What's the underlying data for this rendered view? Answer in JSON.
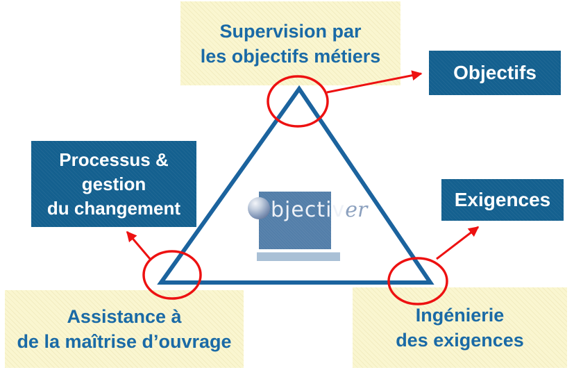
{
  "colors": {
    "canvas_bg": "#ffffff",
    "note_bg": "#faf6d0",
    "note_text": "#1a6aa6",
    "dark_box_bg": "#14608f",
    "dark_box_text": "#ffffff",
    "triangle_stroke": "#1b639e",
    "accent_red": "#ed1111",
    "logo_square_bg": "#537ea9",
    "logo_bar_bg": "#a9c0d6",
    "logo_text_color": "#eef1f7",
    "logo_suffix_color": "#8ba0be"
  },
  "notes": {
    "supervision": {
      "line1": "Supervision par",
      "line2": "les objectifs métiers"
    },
    "assistance": {
      "line1": "Assistance à",
      "line2": "de la maîtrise d’ouvrage"
    },
    "ingenierie": {
      "line1": "Ingénierie",
      "line2": "des exigences"
    }
  },
  "boxes": {
    "objectifs": {
      "label": "Objectifs"
    },
    "processus": {
      "line1": "Processus &",
      "line2": "gestion",
      "line3": "du changement"
    },
    "exigences": {
      "label": "Exigences"
    }
  },
  "logo": {
    "brand": "Objectiver",
    "text_main": "bjectiv",
    "text_suffix": "er"
  }
}
